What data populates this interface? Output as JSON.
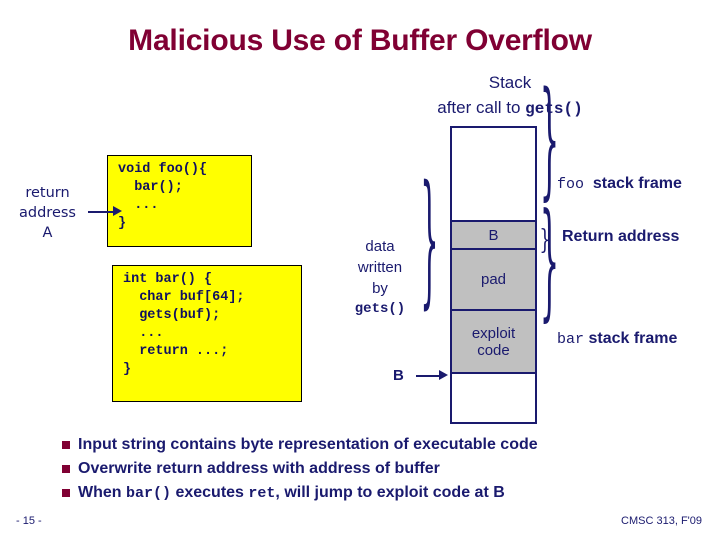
{
  "slide": {
    "title": "Malicious Use of Buffer Overflow",
    "page_number": "- 15 -",
    "course_note": "CMSC 313, F'09",
    "title_color": "#800033",
    "body_color": "#1a1a6e",
    "code_bg_color": "#ffff00",
    "stack_fill_color": "#c0c0c0"
  },
  "stack_heading": {
    "line1": "Stack",
    "line2_prefix": "after call to ",
    "line2_code": "gets()"
  },
  "code_boxes": {
    "foo": "void foo(){\n  bar();\n  ...\n}",
    "bar": "int bar() {\n  char buf[64];\n  gets(buf);\n  ...\n  return ...;\n}"
  },
  "left_label": {
    "line1": "return",
    "line2": "address",
    "line3": "A"
  },
  "data_written": {
    "line1": "data",
    "line2": "written",
    "line3": "by",
    "line4_code": "gets()"
  },
  "buffer_pointer": {
    "label": "B"
  },
  "stack": {
    "cells": [
      {
        "label": "",
        "fill": "white"
      },
      {
        "label": "B",
        "fill": "gray"
      },
      {
        "label": "pad",
        "fill": "gray"
      },
      {
        "label": "exploit\ncode",
        "fill": "gray"
      },
      {
        "label": "",
        "fill": "white"
      }
    ]
  },
  "frame_labels": {
    "foo_code": "foo",
    "foo_text": "stack frame",
    "return_address": "Return address",
    "bar_code": "bar",
    "bar_text": "stack frame"
  },
  "bullets": [
    {
      "parts": [
        {
          "t": "Input string contains byte representation of executable code",
          "mono": false
        }
      ]
    },
    {
      "parts": [
        {
          "t": "Overwrite return address with address of buffer",
          "mono": false
        }
      ]
    },
    {
      "parts": [
        {
          "t": "When ",
          "mono": false
        },
        {
          "t": "bar()",
          "mono": true
        },
        {
          "t": " executes ",
          "mono": false
        },
        {
          "t": "ret",
          "mono": true
        },
        {
          "t": ", will jump to exploit code at B",
          "mono": false
        }
      ]
    }
  ]
}
